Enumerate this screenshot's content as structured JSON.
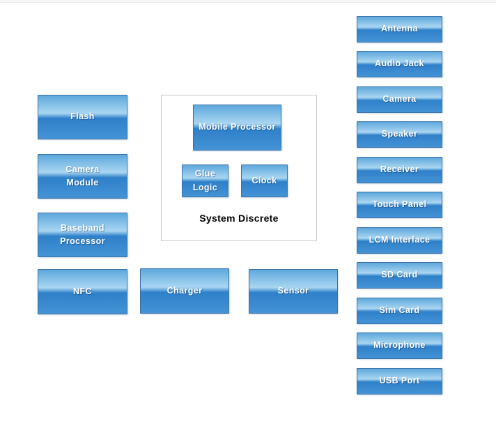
{
  "diagram": {
    "left_column": {
      "flash": "Flash",
      "camera_module": "Camera Module",
      "baseband_processor": "Baseband Processor",
      "nfc": "NFC"
    },
    "system_discrete": {
      "title": "System Discrete",
      "mobile_processor": "Mobile Processor",
      "glue_logic": "Glue Logic",
      "clock": "Clock"
    },
    "bottom_row": {
      "charger": "Charger",
      "sensor": "Sensor"
    },
    "right_column": {
      "antenna": "Antenna",
      "audio_jack": "Audio Jack",
      "camera": "Camera",
      "speaker": "Speaker",
      "receiver": "Receiver",
      "touch_panel": "Touch Panel",
      "lcm_interface": "LCM Interface",
      "sd_card": "SD Card",
      "sim_card": "Sim Card",
      "microphone": "Microphone",
      "usb_port": "USB Port"
    }
  },
  "colors": {
    "block_border": "#3a70a6",
    "block_gradient_top": "#5ea8dc",
    "block_gradient_light": "#a9d6f1",
    "block_gradient_dark": "#2e80c9",
    "block_gradient_bottom": "#4493d6",
    "block_text": "#ffffff",
    "container_border": "#c9c9c9",
    "container_title_text": "#000000",
    "page_background": "#ffffff",
    "top_strip_background": "#f8f8f8",
    "top_strip_border": "#e9e9e9"
  }
}
